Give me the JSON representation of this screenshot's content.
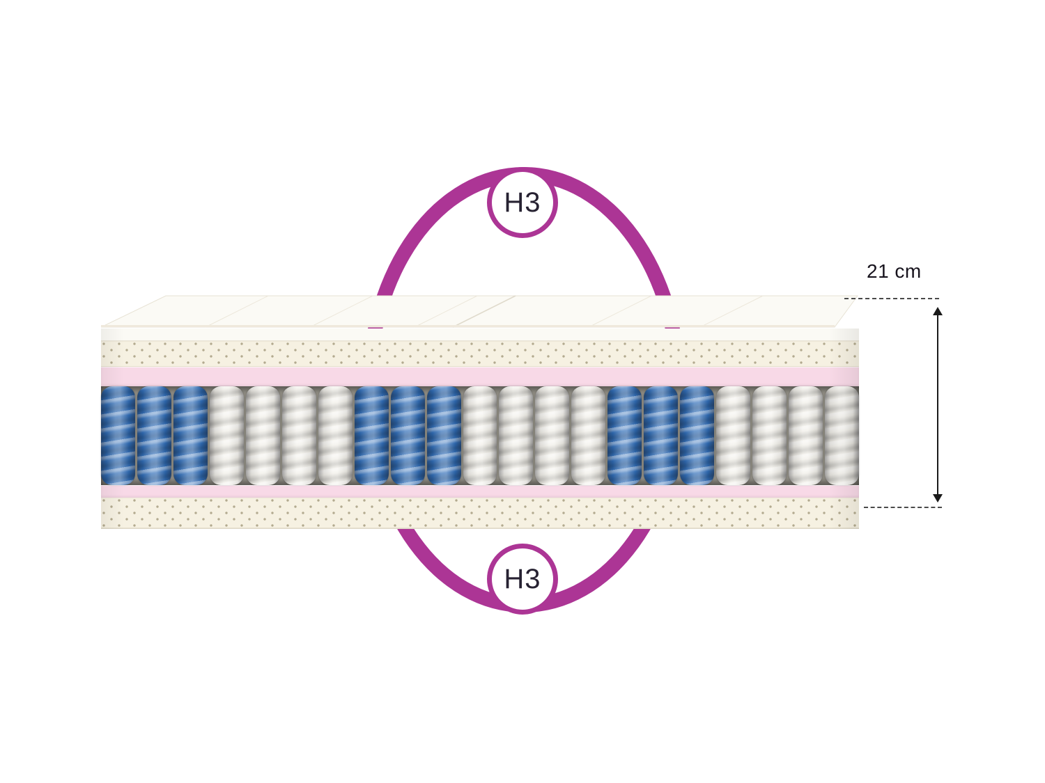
{
  "diagram": {
    "type": "mattress-cross-section",
    "firmness_badge_top": "H3",
    "firmness_badge_bottom": "H3",
    "height_label": "21 cm"
  },
  "colors": {
    "accent_magenta": "#ac3595",
    "badge_text": "#272232",
    "coil_blue": "#2f6db8",
    "coil_white": "#f0eee7",
    "coil_gap": "#8f8c83",
    "layer_pink": "#f8d9e7",
    "layer_latex": "#f6f1e2",
    "latex_dot": "#b3aa8f",
    "cover_white": "#fbfaf5",
    "measure_line": "#1a1a1a"
  },
  "mattress": {
    "layers": [
      {
        "name": "quilted-top-cover"
      },
      {
        "name": "cover-side-tape"
      },
      {
        "name": "perforated-latex-top"
      },
      {
        "name": "pink-foam-top"
      },
      {
        "name": "pocket-springs"
      },
      {
        "name": "pink-foam-bottom"
      },
      {
        "name": "perforated-latex-bottom"
      }
    ],
    "coil_pattern": [
      {
        "color": "blue",
        "count": 3
      },
      {
        "color": "white",
        "count": 4
      },
      {
        "color": "blue",
        "count": 3
      },
      {
        "color": "white",
        "count": 4
      },
      {
        "color": "blue",
        "count": 3
      },
      {
        "color": "white",
        "count": 4
      }
    ]
  }
}
